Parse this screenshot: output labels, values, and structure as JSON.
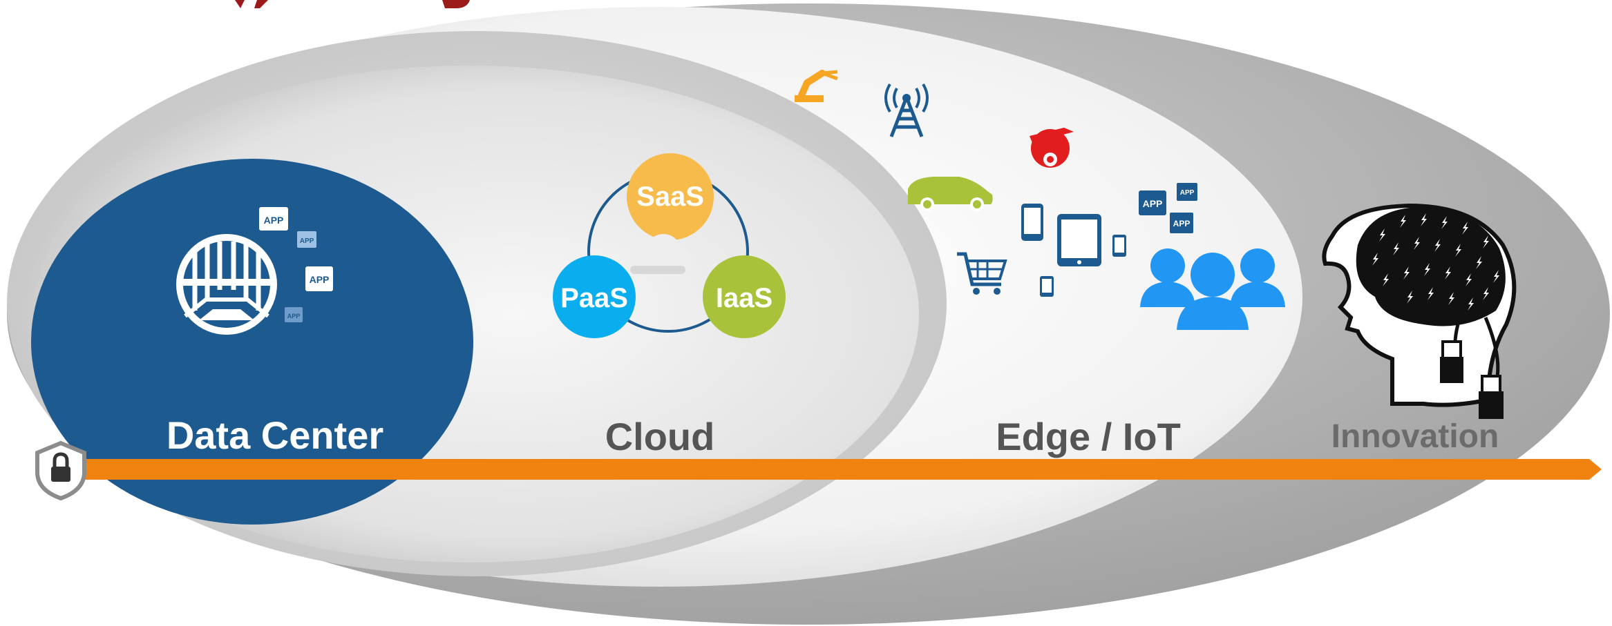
{
  "zones": [
    {
      "id": "data-center",
      "label": "Data Center",
      "color": "#ffffff"
    },
    {
      "id": "cloud",
      "label": "Cloud",
      "color": "#555555"
    },
    {
      "id": "edge",
      "label": "Edge / IoT",
      "color": "#555555"
    },
    {
      "id": "innovation",
      "label": "Innovation",
      "color": "#6b6b6b"
    }
  ],
  "cloud_services": {
    "saas": {
      "label": "SaaS",
      "color": "#f6bb4a"
    },
    "paas": {
      "label": "PaaS",
      "color": "#0aaeef"
    },
    "iaas": {
      "label": "IaaS",
      "color": "#a8c33a"
    }
  },
  "app_badges": {
    "label": "APP",
    "dc_badge_color": "#ffffff",
    "edge_badge_color": "#1c5a8f"
  },
  "colors": {
    "data_center_fill": "#1c5a8f",
    "timeline": "#f0820f",
    "outer_ellipse": "#a9a9a9",
    "people": "#2196f3",
    "car": "#a8c33a",
    "camera": "#e11d1d",
    "robot_arm": "#f6a623",
    "device_blue": "#1c5a8f"
  },
  "icons": [
    "gateway-icon",
    "app-badge-icon",
    "cloud-icon",
    "robot-arm-icon",
    "cell-tower-icon",
    "security-camera-icon",
    "car-icon",
    "smartphone-icon",
    "tablet-icon",
    "shopping-cart-icon",
    "users-icon",
    "brain-head-icon",
    "usb-plug-icon",
    "lock-shield-icon"
  ]
}
